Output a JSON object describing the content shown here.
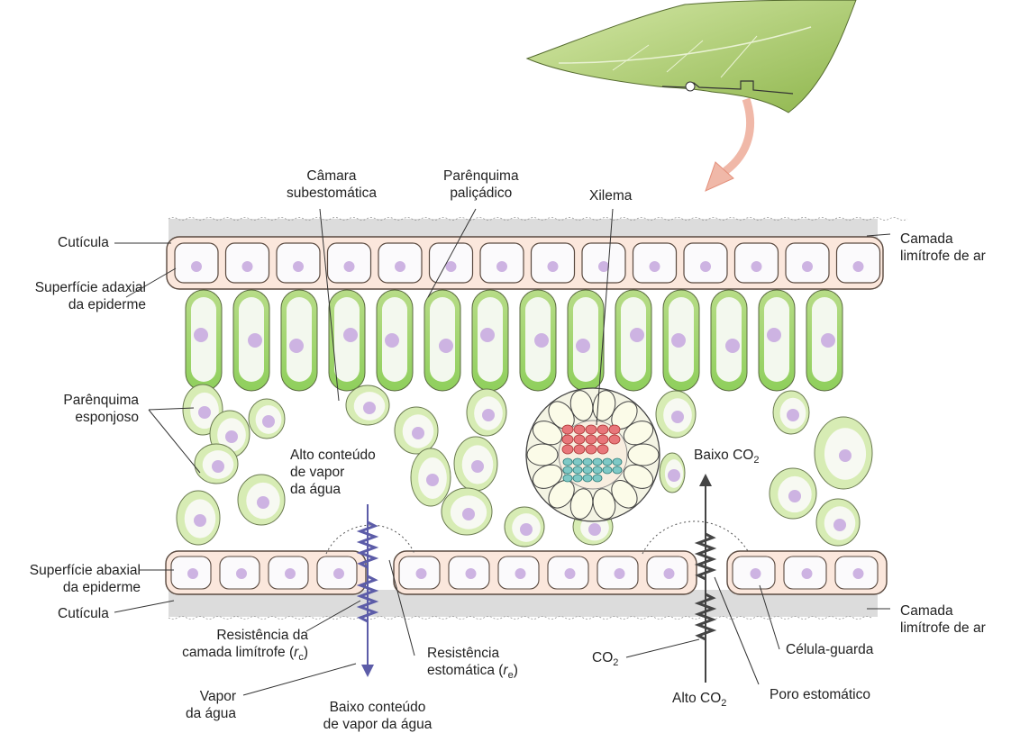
{
  "labels": {
    "camara_l1": "Câmara",
    "camara_l2": "subestomática",
    "palicadico_l1": "Parênquima",
    "palicadico_l2": "paliçádico",
    "xilema": "Xilema",
    "cuticula_top": "Cutícula",
    "camada_top_l1": "Camada",
    "camada_top_l2": "limítrofe de ar",
    "adaxial_l1": "Superfície adaxial",
    "adaxial_l2": "da epiderme",
    "esponjoso_l1": "Parênquima",
    "esponjoso_l2": "esponjoso",
    "alto_vapor_l1": "Alto conteúdo",
    "alto_vapor_l2": "de vapor",
    "alto_vapor_l3": "da água",
    "baixo_co2": "Baixo CO",
    "abaxial_l1": "Superfície abaxial",
    "abaxial_l2": "da epiderme",
    "cuticula_bottom": "Cutícula",
    "camada_bottom_l1": "Camada",
    "camada_bottom_l2": "limítrofe de ar",
    "resist_camada_l1": "Resistência da",
    "resist_camada_l2": "camada limítrofe (",
    "resist_camada_sym": "r",
    "resist_camada_sub": "c",
    "resist_esto_l1": "Resistência",
    "resist_esto_l2": "estomática (",
    "resist_esto_sym": "r",
    "resist_esto_sub": "e",
    "co2_in": "CO",
    "celula_guarda": "Célula-guarda",
    "vapor_l1": "Vapor",
    "vapor_l2": "da água",
    "baixo_vapor_l1": "Baixo conteúdo",
    "baixo_vapor_l2": "de vapor da água",
    "alto_co2": "Alto CO",
    "poro": "Poro estomático",
    "sub2": "2",
    "paren": ")"
  },
  "colors": {
    "palisade_fill": "#c5e39a",
    "palisade_inner": "#f3f8ee",
    "spongy_fill": "#d7ecb4",
    "nucleus": "#cdb3e2",
    "epidermis_fill": "#fbe7dc",
    "epidermis_cell": "#fbfafc",
    "cuticle": "#d8d8d8",
    "water_arrow": "#5c5ca8",
    "co2_arrow": "#444444",
    "xylem_red": "#e8767a",
    "phloem_teal": "#7fc9c6",
    "leaf": "#a8c866",
    "pointer_arrow": "#f0b8a8"
  }
}
